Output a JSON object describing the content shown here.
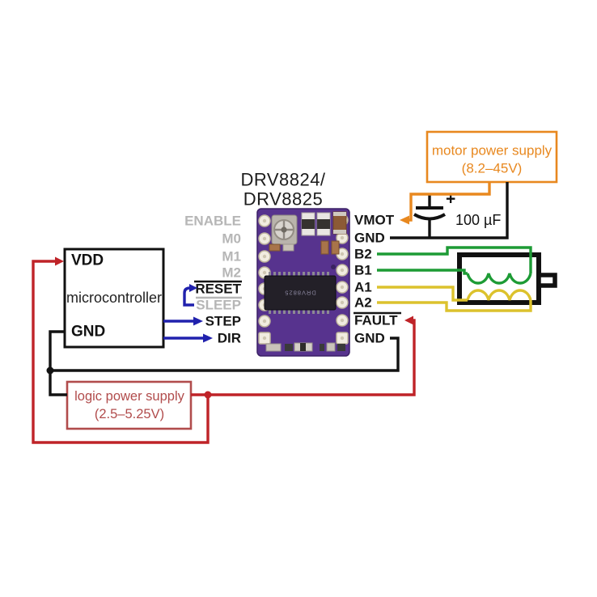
{
  "diagram_title": {
    "line1": "DRV8824/",
    "line2": "DRV8825"
  },
  "driver": {
    "left_pins": [
      {
        "label": "ENABLE",
        "muted": true,
        "overline": false
      },
      {
        "label": "M0",
        "muted": true,
        "overline": false
      },
      {
        "label": "M1",
        "muted": true,
        "overline": false
      },
      {
        "label": "M2",
        "muted": true,
        "overline": false
      },
      {
        "label": "RESET",
        "muted": false,
        "overline": true
      },
      {
        "label": "SLEEP",
        "muted": true,
        "overline": true
      },
      {
        "label": "STEP",
        "muted": false,
        "overline": false
      },
      {
        "label": "DIR",
        "muted": false,
        "overline": false
      }
    ],
    "right_pins": [
      {
        "label": "VMOT",
        "overline": false
      },
      {
        "label": "GND",
        "overline": false
      },
      {
        "label": "B2",
        "overline": false
      },
      {
        "label": "B1",
        "overline": false
      },
      {
        "label": "A1",
        "overline": false
      },
      {
        "label": "A2",
        "overline": false
      },
      {
        "label": "FAULT",
        "overline": true
      },
      {
        "label": "GND",
        "overline": false
      }
    ],
    "chip_marking": "DRV8825"
  },
  "microcontroller": {
    "vdd_label": "VDD",
    "name": "microcontroller",
    "gnd_label": "GND"
  },
  "motor_power_supply": {
    "name": "motor power supply",
    "range": "(8.2–45V)"
  },
  "logic_power_supply": {
    "name": "logic power supply",
    "range": "(2.5–5.25V)"
  },
  "capacitor": {
    "value": "100 µF",
    "polarity": "+"
  },
  "colors": {
    "orange": "#e8881f",
    "red_wire": "#bf2328",
    "red_box": "#b14c4c",
    "green": "#1d9b35",
    "yellow": "#dcc22d",
    "blue": "#2021ad",
    "gray_label": "#b6b6b6",
    "wire_black": "#121212",
    "board_purple": "#57338e"
  }
}
